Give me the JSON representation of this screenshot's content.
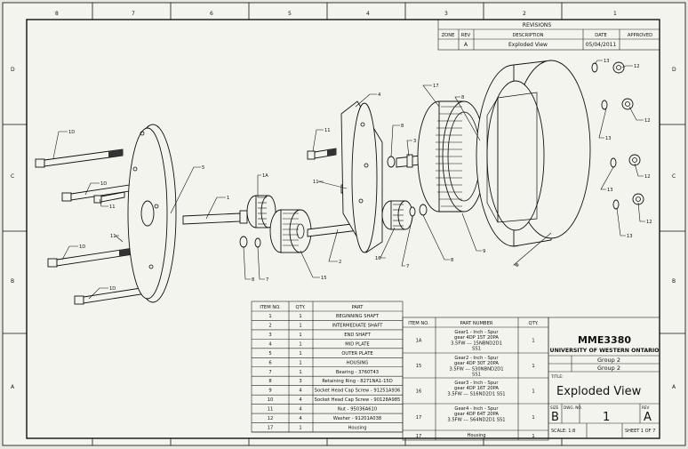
{
  "revisions": {
    "title": "REVISIONS",
    "headers": [
      "ZONE",
      "REV",
      "DESCRIPTION",
      "DATE",
      "APPROVED"
    ],
    "rows": [
      [
        "",
        "A",
        "Exploded View",
        "05/04/2011",
        ""
      ]
    ]
  },
  "border": {
    "columns": [
      "8",
      "7",
      "6",
      "5",
      "4",
      "3",
      "2",
      "1"
    ],
    "rows": [
      "D",
      "C",
      "B",
      "A"
    ]
  },
  "callouts": [
    "1D",
    "1D",
    "11",
    "1D",
    "11",
    "1D",
    "5",
    "1A",
    "1",
    "8",
    "7",
    "15",
    "11",
    "11",
    "4",
    "8",
    "3",
    "2",
    "16",
    "7",
    "8",
    "17",
    "8",
    "9",
    "6",
    "13",
    "12",
    "12",
    "13",
    "12",
    "13",
    "12",
    "13"
  ],
  "bom_left": {
    "headers": [
      "ITEM NO.",
      "QTY.",
      "PART"
    ],
    "rows": [
      [
        "1",
        "1",
        "BEGINNING SHAFT"
      ],
      [
        "2",
        "1",
        "INTERMEDIATE SHAFT"
      ],
      [
        "3",
        "1",
        "END SHAFT"
      ],
      [
        "4",
        "1",
        "MID PLATE"
      ],
      [
        "5",
        "1",
        "OUTER PLATE"
      ],
      [
        "6",
        "1",
        "HOUSING"
      ],
      [
        "7",
        "1",
        "Bearing - 3760T43"
      ],
      [
        "8",
        "3",
        "Retaining Ring - 8271NA1-15D"
      ],
      [
        "9",
        "4",
        "Socket Head Cap Screw - 91251A936"
      ],
      [
        "10",
        "4",
        "Socket Head Cap Screw - 90128A985"
      ],
      [
        "11",
        "4",
        "Nut - 95036A610"
      ],
      [
        "12",
        "4",
        "Washer - 91201A038"
      ],
      [
        "17",
        "1",
        "Housing"
      ]
    ]
  },
  "bom_right": {
    "headers": [
      "ITEM NO.",
      "PART NUMBER",
      "QTY."
    ],
    "rows": [
      [
        "1A",
        "Gear1 - Inch - Spur gear 4DP 15T 20PA 3.5FW --- 15NBND2D1 SS1",
        "1"
      ],
      [
        "15",
        "Gear2 - Inch - Spur gear 4DP 30T 20PA 3.5FW --- S30NBND2D1 SS1",
        "1"
      ],
      [
        "16",
        "Gear3 - Inch - Spur gear 4DP 16T 20PA 3.5FW --- S16ND2D1 SS1",
        "1"
      ],
      [
        "17",
        "Gear4 - Inch - Spur gear 4DP 64T 20PA 3.5FW --- S64ND2D1 SS1",
        "1"
      ],
      [
        "17",
        "Housing",
        "1"
      ]
    ]
  },
  "title_block": {
    "course": "MME3380",
    "university": "UNIVERSITY OF WESTERN ONTARIO",
    "group1": "Group 2",
    "group2": "Group 2",
    "title_label": "TITLE:",
    "title": "Exploded View",
    "size_label": "SIZE",
    "size": "B",
    "dwg_label": "DWG. NO.",
    "dwg_no": "1",
    "rev_label": "REV",
    "rev": "A",
    "scale": "SCALE: 1:8",
    "sheet": "SHEET 1 OF 7"
  }
}
